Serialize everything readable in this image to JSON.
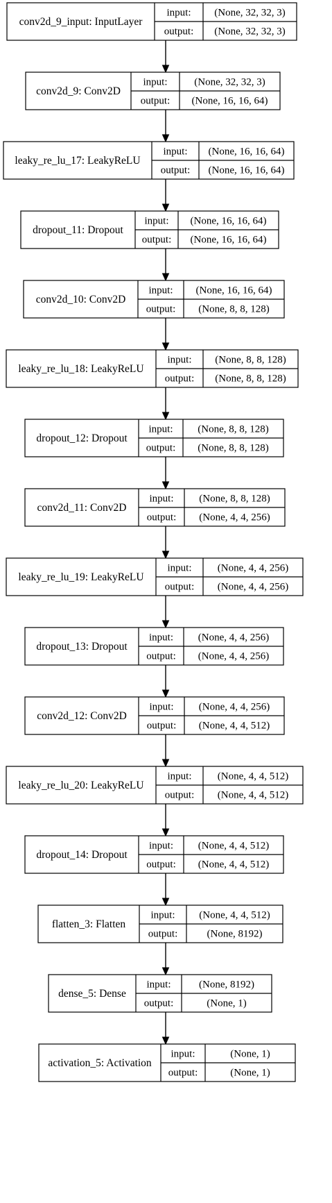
{
  "diagram": {
    "port_labels": {
      "input": "input:",
      "output": "output:"
    },
    "nodes": [
      {
        "name": "conv2d_9_input: InputLayer",
        "input": "(None, 32, 32, 3)",
        "output": "(None, 32, 32, 3)"
      },
      {
        "name": "conv2d_9: Conv2D",
        "input": "(None, 32, 32, 3)",
        "output": "(None, 16, 16, 64)"
      },
      {
        "name": "leaky_re_lu_17: LeakyReLU",
        "input": "(None, 16, 16, 64)",
        "output": "(None, 16, 16, 64)"
      },
      {
        "name": "dropout_11: Dropout",
        "input": "(None, 16, 16, 64)",
        "output": "(None, 16, 16, 64)"
      },
      {
        "name": "conv2d_10: Conv2D",
        "input": "(None, 16, 16, 64)",
        "output": "(None, 8, 8, 128)"
      },
      {
        "name": "leaky_re_lu_18: LeakyReLU",
        "input": "(None, 8, 8, 128)",
        "output": "(None, 8, 8, 128)"
      },
      {
        "name": "dropout_12: Dropout",
        "input": "(None, 8, 8, 128)",
        "output": "(None, 8, 8, 128)"
      },
      {
        "name": "conv2d_11: Conv2D",
        "input": "(None, 8, 8, 128)",
        "output": "(None, 4, 4, 256)"
      },
      {
        "name": "leaky_re_lu_19: LeakyReLU",
        "input": "(None, 4, 4, 256)",
        "output": "(None, 4, 4, 256)"
      },
      {
        "name": "dropout_13: Dropout",
        "input": "(None, 4, 4, 256)",
        "output": "(None, 4, 4, 256)"
      },
      {
        "name": "conv2d_12: Conv2D",
        "input": "(None, 4, 4, 256)",
        "output": "(None, 4, 4, 512)"
      },
      {
        "name": "leaky_re_lu_20: LeakyReLU",
        "input": "(None, 4, 4, 512)",
        "output": "(None, 4, 4, 512)"
      },
      {
        "name": "dropout_14: Dropout",
        "input": "(None, 4, 4, 512)",
        "output": "(None, 4, 4, 512)"
      },
      {
        "name": "flatten_3: Flatten",
        "input": "(None, 4, 4, 512)",
        "output": "(None, 8192)"
      },
      {
        "name": "dense_5: Dense",
        "input": "(None, 8192)",
        "output": "(None, 1)"
      },
      {
        "name": "activation_5: Activation",
        "input": "(None, 1)",
        "output": "(None, 1)"
      }
    ]
  }
}
